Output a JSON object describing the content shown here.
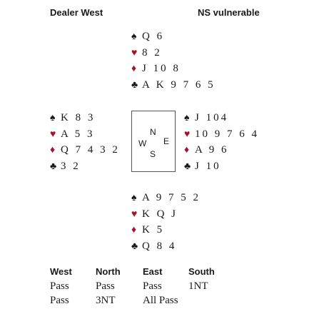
{
  "header": {
    "dealer": "Dealer West",
    "vulnerability": "NS vulnerable"
  },
  "colors": {
    "red_suit": "#a8122a",
    "black_suit": "#1a1a1a"
  },
  "hands": {
    "north": {
      "spades": "Q 6",
      "hearts": "8 2",
      "diamonds": "J 10 8",
      "clubs": "A K 9 7 6 5"
    },
    "west": {
      "spades": "K 8 3",
      "hearts": "A 5 3",
      "diamonds": "Q 7 4 3 2",
      "clubs": "3 2"
    },
    "east": {
      "spades": "J 104",
      "hearts": "10 9 7 6 4",
      "diamonds": "A 9 6",
      "clubs": "J 10"
    },
    "south": {
      "spades": "A 9 7 5 2",
      "hearts": "K Q J",
      "diamonds": "K 5",
      "clubs": "Q 8 4"
    }
  },
  "compass": {
    "n": "N",
    "w": "W",
    "e": "E",
    "s": "S"
  },
  "auction": {
    "headers": [
      "West",
      "North",
      "East",
      "South"
    ],
    "rows": [
      [
        "Pass",
        "Pass",
        "Pass",
        "1NT"
      ],
      [
        "Pass",
        "3NT",
        "All Pass",
        ""
      ]
    ]
  }
}
